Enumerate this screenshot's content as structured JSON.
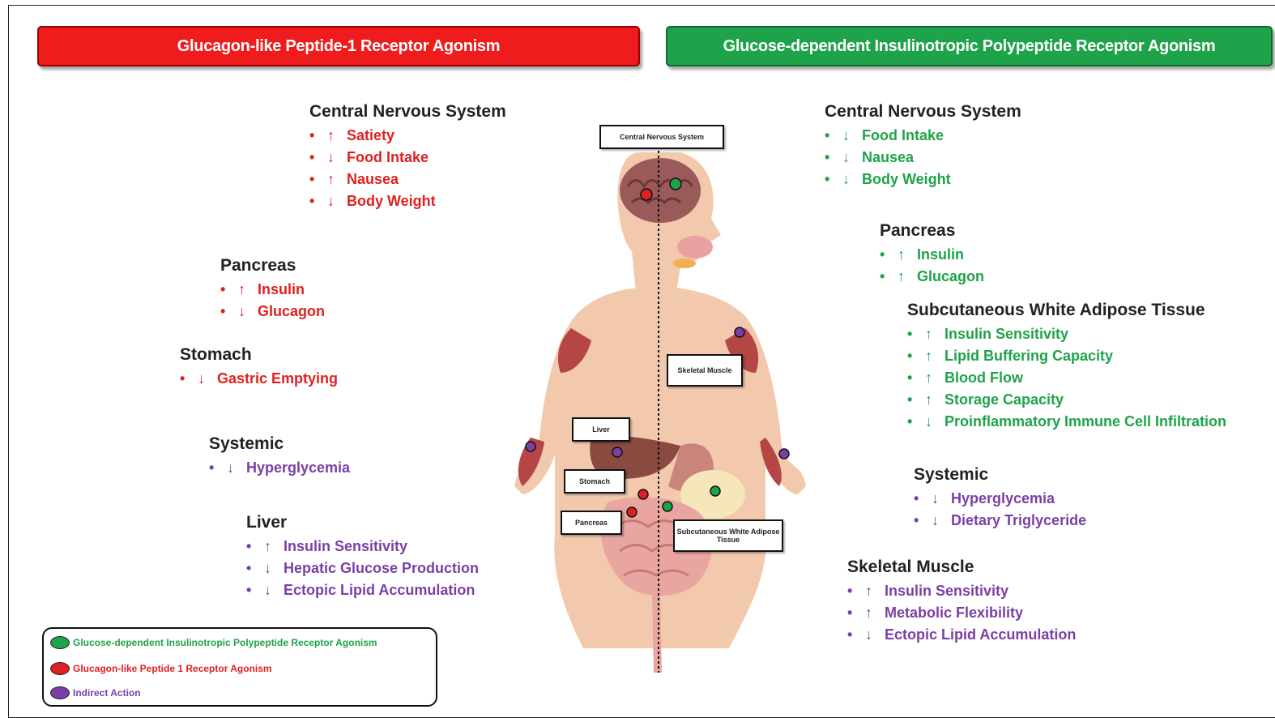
{
  "banners": {
    "left": "Glucagon-like Peptide-1 Receptor Agonism",
    "right": "Glucose-dependent Insulinotropic Polypeptide Receptor Agonism"
  },
  "left": {
    "cns": {
      "title": "Central Nervous System",
      "items": [
        {
          "arrow": "↑",
          "text": "Satiety"
        },
        {
          "arrow": "↓",
          "text": "Food Intake"
        },
        {
          "arrow": "↑",
          "text": "Nausea"
        },
        {
          "arrow": "↓",
          "text": "Body Weight"
        }
      ]
    },
    "pancreas": {
      "title": "Pancreas",
      "items": [
        {
          "arrow": "↑",
          "text": "Insulin"
        },
        {
          "arrow": "↓",
          "text": "Glucagon"
        }
      ]
    },
    "stomach": {
      "title": "Stomach",
      "items": [
        {
          "arrow": "↓",
          "text": "Gastric Emptying"
        }
      ]
    },
    "systemic": {
      "title": "Systemic",
      "items": [
        {
          "arrow": "↓",
          "text": "Hyperglycemia"
        }
      ]
    },
    "liver": {
      "title": "Liver",
      "items": [
        {
          "arrow": "↑",
          "text": "Insulin Sensitivity"
        },
        {
          "arrow": "↓",
          "text": "Hepatic Glucose Production"
        },
        {
          "arrow": "↓",
          "text": "Ectopic Lipid Accumulation"
        }
      ]
    }
  },
  "right": {
    "cns": {
      "title": "Central Nervous System",
      "items": [
        {
          "arrow": "↓",
          "text": "Food Intake"
        },
        {
          "arrow": "↓",
          "text": "Nausea"
        },
        {
          "arrow": "↓",
          "text": "Body Weight"
        }
      ]
    },
    "pancreas": {
      "title": "Pancreas",
      "items": [
        {
          "arrow": "↑",
          "text": "Insulin"
        },
        {
          "arrow": "↑",
          "text": "Glucagon"
        }
      ]
    },
    "swat": {
      "title": "Subcutaneous White Adipose Tissue",
      "items": [
        {
          "arrow": "↑",
          "text": "Insulin Sensitivity"
        },
        {
          "arrow": "↑",
          "text": "Lipid Buffering Capacity"
        },
        {
          "arrow": "↑",
          "text": "Blood Flow"
        },
        {
          "arrow": "↑",
          "text": "Storage Capacity"
        },
        {
          "arrow": "↓",
          "text": "Proinflammatory Immune Cell Infiltration"
        }
      ]
    },
    "systemic": {
      "title": "Systemic",
      "items": [
        {
          "arrow": "↓",
          "text": "Hyperglycemia"
        },
        {
          "arrow": "↓",
          "text": "Dietary Triglyceride"
        }
      ]
    },
    "muscle": {
      "title": "Skeletal Muscle",
      "items": [
        {
          "arrow": "↑",
          "text": "Insulin Sensitivity"
        },
        {
          "arrow": "↑",
          "text": "Metabolic Flexibility"
        },
        {
          "arrow": "↓",
          "text": "Ectopic Lipid Accumulation"
        }
      ]
    }
  },
  "organ_labels": {
    "cns": "Central Nervous System",
    "muscle": "Skeletal Muscle",
    "liver": "Liver",
    "stomach": "Stomach",
    "pancreas": "Pancreas",
    "swat": "Subcutaneous White Adipose Tissue"
  },
  "legend": {
    "gip": "Glucose-dependent Insulinotropic Polypeptide Receptor Agonism",
    "glp1": "Glucagon-like Peptide 1 Receptor Agonism",
    "indirect": "Indirect Action"
  },
  "colors": {
    "glp1": "#e02020",
    "gip": "#1fa34a",
    "indirect": "#7b3fa6"
  }
}
